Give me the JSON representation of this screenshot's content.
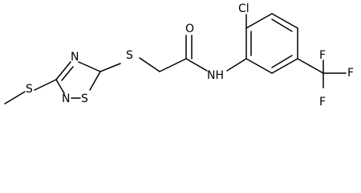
{
  "molecule": {
    "atoms": {
      "s_methyl": "S",
      "n_ring_top": "N",
      "n_ring_bottom": "N",
      "s_ring": "S",
      "s_thioether": "S",
      "o_carbonyl": "O",
      "nh_amide": "NH",
      "cl": "Cl",
      "f_top": "F",
      "f_right": "F",
      "f_bottom": "F"
    }
  }
}
